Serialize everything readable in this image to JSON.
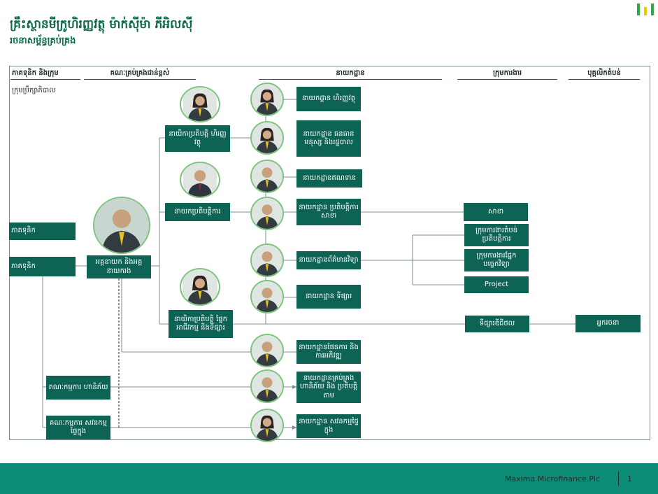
{
  "header": {
    "title": "គ្រឹះស្ថានមីក្រូហិរញ្ញវត្ថុ ម៉ាក់ស៊ីម៉ា ភីអិលស៊ី",
    "subtitle": "រចនាសម្ព័ន្ធគ្រប់គ្រង"
  },
  "columns": [
    "ភាគទុនិក និងក្រុម",
    "គណៈគ្រប់គ្រងជាន់ខ្ពស់",
    "នាយកដ្ឋាន",
    "ក្រុមការងារ",
    "បុគ្គលិកតំបន់"
  ],
  "board_label": "ក្រុមប្រឹក្សាភិបាល",
  "boxes": {
    "shareholder_1": "ភាគទុនិក",
    "shareholder_2": "ភាគទុនិក",
    "ceo": "អគ្គនាយក និងអគ្គនាយករង",
    "risk_committee": "គណៈកម្មការ ហានិភ័យ",
    "audit_committee": "គណៈកម្មការ សវនកម្មផ្ទៃក្នុង",
    "cfo": "នាយិកាប្រតិបត្តិ ហិរញ្ញវត្ថុ",
    "coo": "នាយកប្រតិបត្តិការ",
    "bdo": "នាយិកាប្រតិបត្តិ ផ្នែកអាជីវកម្ម និងទីផ្សារ",
    "finance": "នាយកដ្ឋាន ហិរញ្ញវត្ថុ",
    "hr": "នាយកដ្ឋាន ធនធានមនុស្ស និងរដ្ឋបាល",
    "credit": "នាយកដ្ឋានឥណទាន",
    "ops": "នាយកដ្ឋាន ប្រតិបត្តិការសាខា",
    "it": "នាយកដ្ឋានព័ត៌មានវិទ្យា",
    "marketing": "នាយកដ្ឋាន ទីផ្សារ",
    "planning": "នាយកដ្ឋានផែនការ និងការអភិវឌ្ឍ",
    "risk_dept": "នាយកដ្ឋានគ្រប់គ្រង ហានិភ័យ និង ប្រតិបត្តិតាម",
    "audit_dept": "នាយកដ្ឋាន សវនកម្មផ្ទៃក្នុង",
    "branch": "សាខា",
    "team_1": "ក្រុមការងារតំបន់ ប្រតិបត្តិការ",
    "team_2": "ក្រុមការងារផ្នែក បច្ចេកវិទ្យា",
    "project": "Project",
    "regional": "ទីផ្សារឌីជីថល",
    "field": "អ្នករចនា"
  },
  "footer": {
    "company": "Maxima Microfinance.Plc",
    "page": "1"
  },
  "colors": {
    "primary": "#0d6354",
    "footer": "#0d8c78",
    "avatar_ring": "#7dc47f",
    "line": "#7f8c8d"
  }
}
